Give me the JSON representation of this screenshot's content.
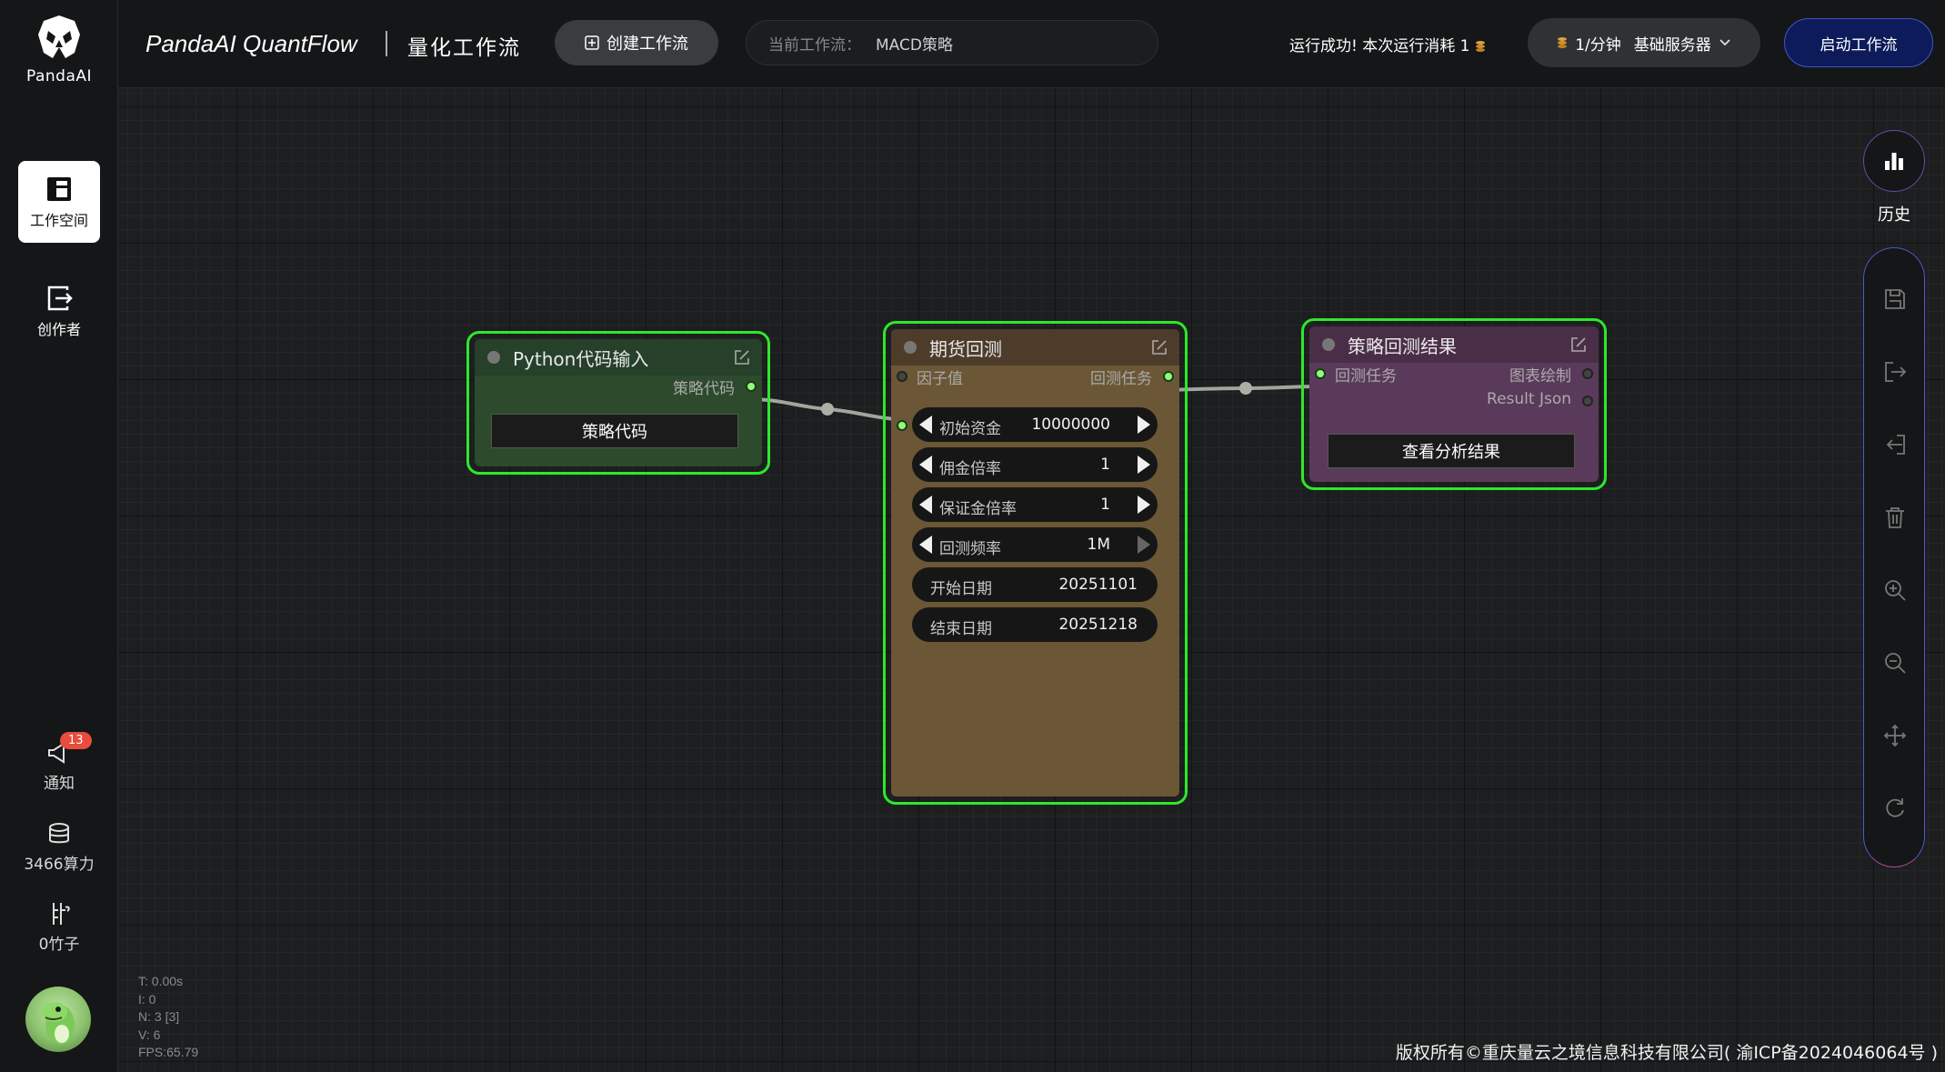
{
  "brand": {
    "logo_text": "PandaAI",
    "app_name": "PandaAI QuantFlow",
    "subtitle": "量化工作流"
  },
  "sidebar": {
    "items": [
      {
        "label": "工作空间",
        "icon": "layout-icon",
        "active": true
      },
      {
        "label": "创作者",
        "icon": "exit-icon",
        "active": false
      }
    ],
    "notifications": {
      "label": "通知",
      "count": "13",
      "icon": "megaphone-icon"
    },
    "compute": {
      "label": "3466算力",
      "icon": "coins-icon"
    },
    "bamboo": {
      "label": "0竹子",
      "icon": "bamboo-icon"
    },
    "collapse_icon": "›"
  },
  "header": {
    "create_label": "创建工作流",
    "current_label": "当前工作流：",
    "current_value": "MACD策略",
    "run_status": "运行成功!  本次运行消耗 1",
    "server_rate": "1/分钟",
    "server_name": "基础服务器",
    "start_label": "启动工作流"
  },
  "nodes": {
    "python": {
      "title": "Python代码输入",
      "out_port": "策略代码",
      "button": "策略代码",
      "color": "#2d4a2c"
    },
    "futures": {
      "title": "期货回测",
      "in_port": "因子值",
      "out_port": "回测任务",
      "widgets": [
        {
          "label": "初始资金",
          "value": "10000000"
        },
        {
          "label": "佣金倍率",
          "value": "1"
        },
        {
          "label": "保证金倍率",
          "value": "1"
        },
        {
          "label": "回测频率",
          "value": "1M"
        },
        {
          "label": "开始日期",
          "value": "20251101"
        },
        {
          "label": "结束日期",
          "value": "20251218"
        }
      ],
      "color": "#6b5735"
    },
    "result": {
      "title": "策略回测结果",
      "in_port": "回测任务",
      "out_ports": [
        "图表绘制",
        "Result Json"
      ],
      "button": "查看分析结果",
      "color": "#5a3a5a"
    }
  },
  "right_toolbar": {
    "history_label": "历史",
    "icons": [
      "save-icon",
      "export-icon",
      "import-icon",
      "delete-icon",
      "zoom-in-icon",
      "zoom-out-icon",
      "move-icon",
      "refresh-icon"
    ]
  },
  "debug": {
    "t": "T: 0.00s",
    "i": "I: 0",
    "n": "N: 3 [3]",
    "v": "V: 6",
    "fps": "FPS:65.79"
  },
  "footer": {
    "copyright": "版权所有©重庆量云之境信息科技有限公司( 渝ICP备2024046064号 )"
  },
  "colors": {
    "node_border": "#2ee82a",
    "accent": "#3f57c8",
    "port_on": "#8dff7a"
  }
}
